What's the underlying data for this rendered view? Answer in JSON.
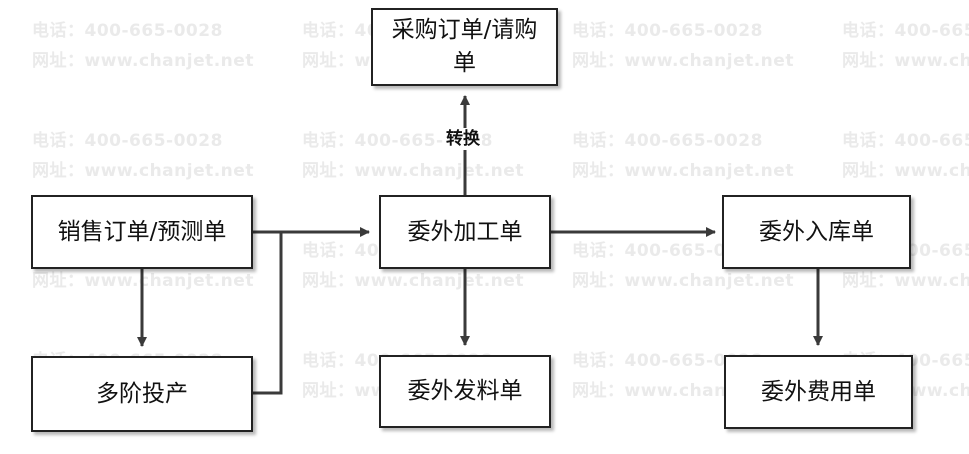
{
  "watermark": {
    "phone": "电话：400-665-0028",
    "site": "网址：www.chanjet.net"
  },
  "nodes": {
    "sales_order": "销售订单/预测单",
    "multi_level": "多阶投产",
    "outsource_order": "委外加工单",
    "purchase_order": "采购订单/请购单",
    "outsource_issue": "委外发料单",
    "outsource_receipt": "委外入库单",
    "outsource_expense": "委外费用单"
  },
  "edges": {
    "convert_label": "转换"
  },
  "colors": {
    "line": "#3a3a3a",
    "border": "#222222",
    "watermark": "#eaeaea"
  }
}
